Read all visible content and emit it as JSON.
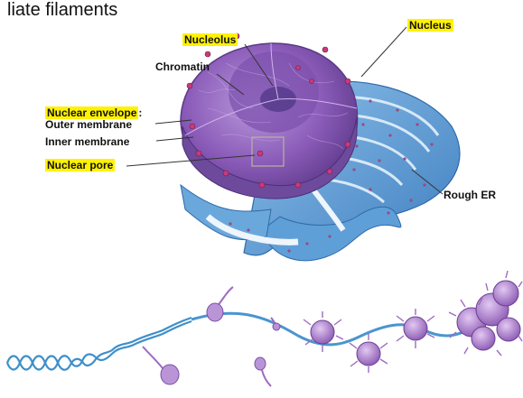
{
  "caption": "liate filaments",
  "labels": {
    "nucleolus": "Nucleolus",
    "nucleus": "Nucleus",
    "chromatin": "Chromatin",
    "nuclear_envelope": "Nuclear envelope",
    "envelope_colon": ":",
    "outer_membrane": "Outer membrane",
    "inner_membrane": "Inner membrane",
    "nuclear_pore": "Nuclear pore",
    "rough_er": "Rough ER"
  },
  "colors": {
    "highlight": "#fff200",
    "nucleus_purple": "#8a5bb8",
    "er_blue": "#5b9bd5",
    "dna_blue": "#3f8fc9",
    "histone_purple": "#9c6cc2"
  }
}
